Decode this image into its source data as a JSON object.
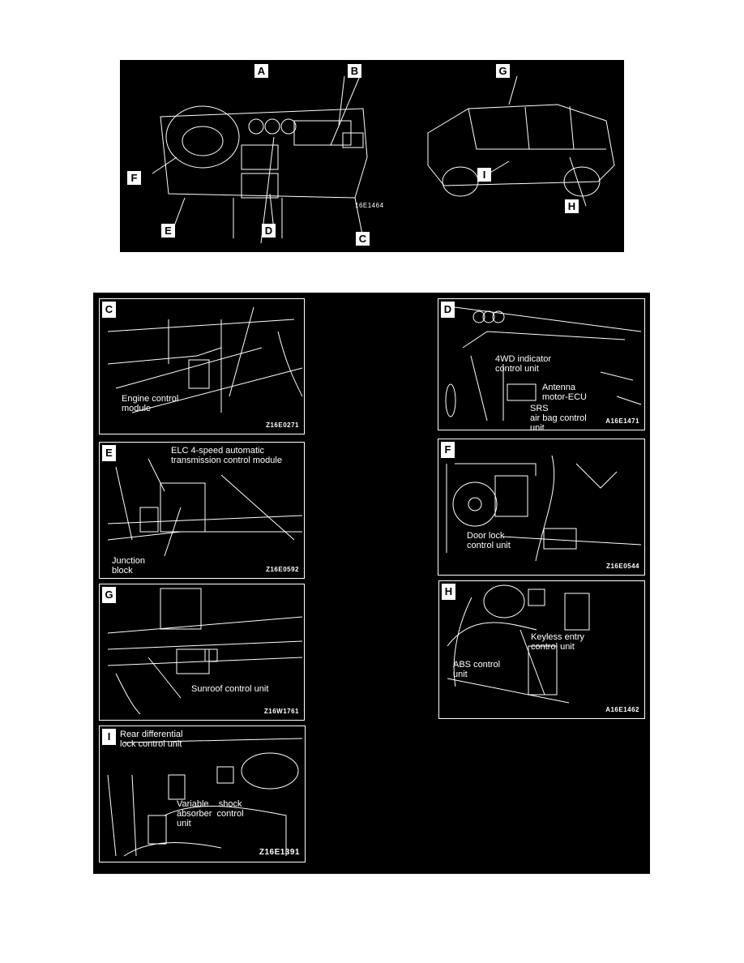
{
  "overview": {
    "labels": [
      "A",
      "B",
      "C",
      "D",
      "E",
      "F",
      "G",
      "H",
      "I"
    ],
    "code": "16E1464"
  },
  "panels": [
    {
      "letter": "C",
      "texts": [
        "Engine control\nmodule"
      ],
      "code": "Z16E0271"
    },
    {
      "letter": "D",
      "texts": [
        "4WD indicator\ncontrol unit",
        "Antenna\nmotor-ECU",
        "SRS\nair bag control\nunit"
      ],
      "code": "A16E1471"
    },
    {
      "letter": "E",
      "texts": [
        "ELC 4-speed automatic\ntransmission control module",
        "Junction\nblock"
      ],
      "code": "Z16E0592"
    },
    {
      "letter": "F",
      "texts": [
        "Door lock\ncontrol unit"
      ],
      "code": "Z16E0544"
    },
    {
      "letter": "G",
      "texts": [
        "Sunroof control unit"
      ],
      "code": "Z16W1761"
    },
    {
      "letter": "H",
      "texts": [
        "Keyless entry\ncontrol unit",
        "ABS control\nunit"
      ],
      "code": "A16E1462"
    },
    {
      "letter": "I",
      "texts": [
        "Rear differential\nlock control unit",
        "Variable    shock\nabsorber  control\nunit"
      ],
      "code": "Z16E1391"
    }
  ]
}
